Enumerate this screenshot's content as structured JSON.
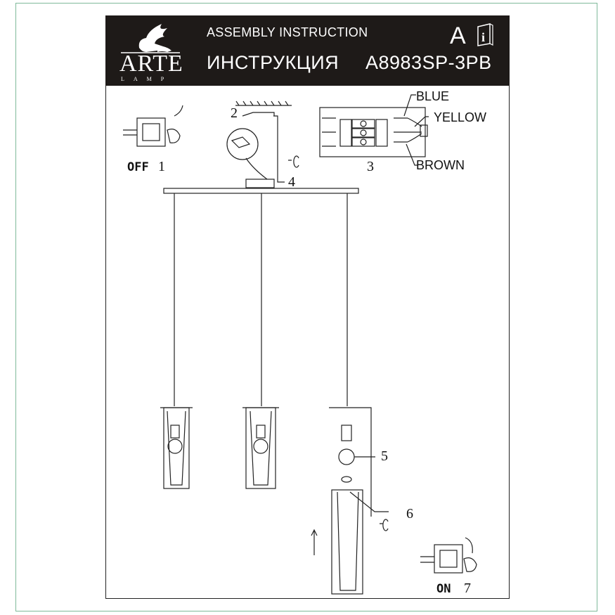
{
  "header": {
    "brand": "ARTE",
    "brand_sub": "LAMP",
    "title_en": "ASSEMBLY INSTRUCTION",
    "title_ru": "ИНСТРУКЦИЯ",
    "model": "A8983SP-3PB",
    "section_letter": "A",
    "info_icon": "info-book-icon"
  },
  "steps": {
    "off_label": "OFF",
    "step1": "1",
    "step2": "2",
    "step3": "3",
    "step4": "4",
    "step5": "5",
    "step6": "6",
    "on_label": "ON",
    "step7": "7"
  },
  "wires": {
    "blue": "BLUE",
    "yellow": "YELLOW",
    "brown": "BROWN"
  },
  "colors": {
    "header_bg": "#1e1a18",
    "frame": "#7fb99a"
  }
}
